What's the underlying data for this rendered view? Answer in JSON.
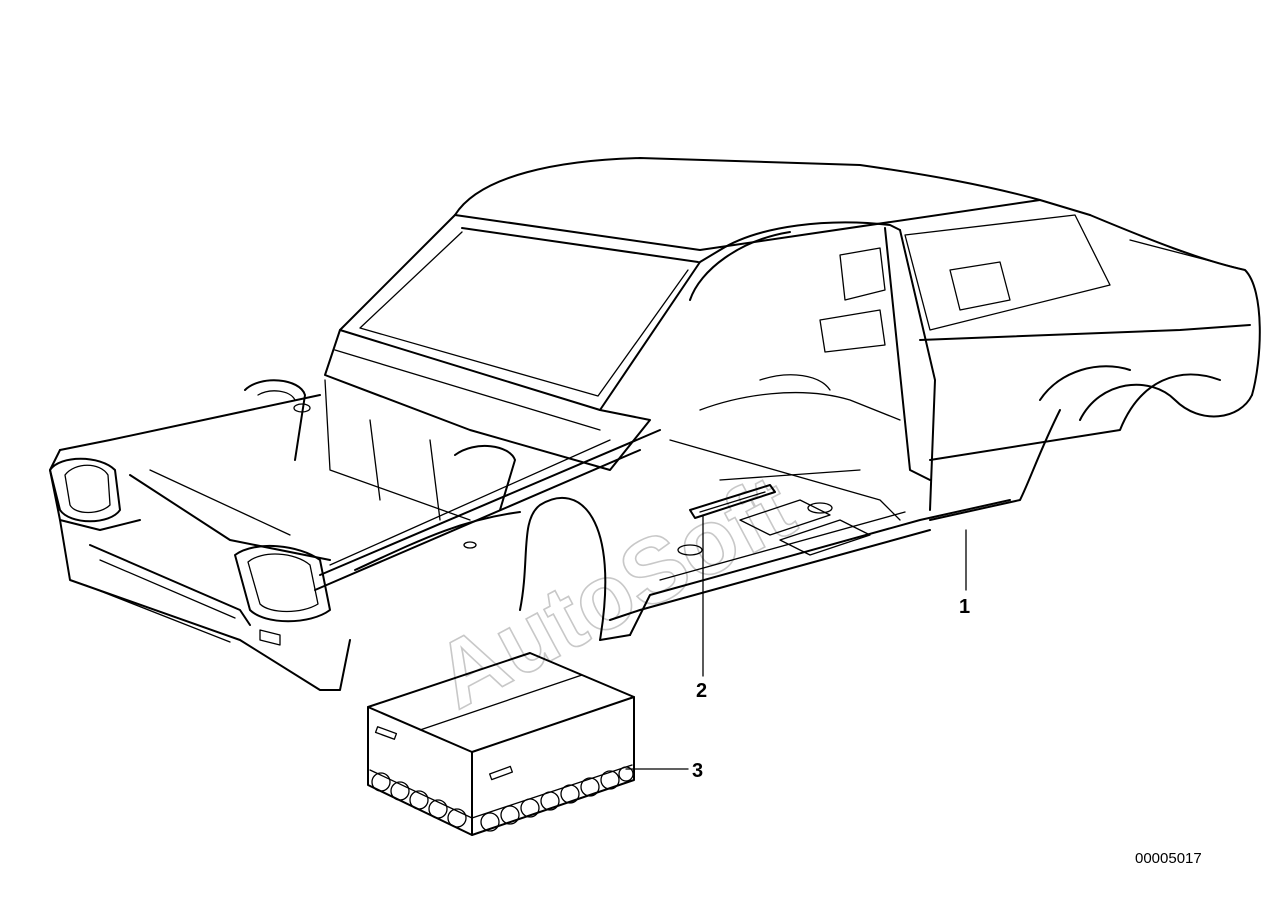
{
  "callouts": [
    {
      "id": "1",
      "label": "1"
    },
    {
      "id": "2",
      "label": "2"
    },
    {
      "id": "3",
      "label": "3"
    }
  ],
  "diagram_code": "00005017",
  "watermark": "AutoSoft"
}
